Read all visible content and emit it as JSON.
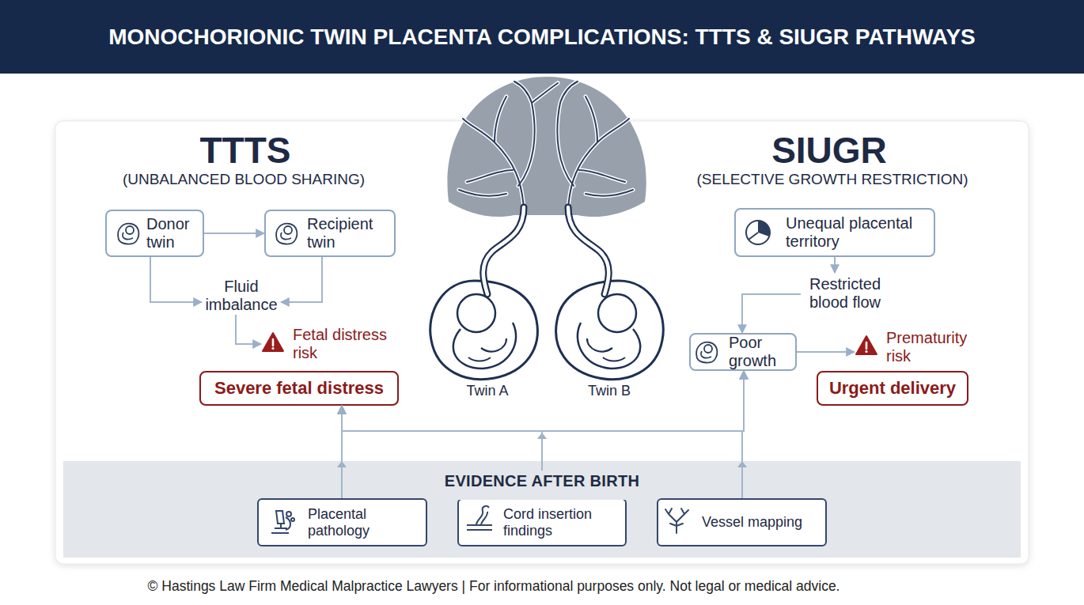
{
  "diagram": {
    "title": "MONOCHORIONIC TWIN PLACENTA COMPLICATIONS: TTTS & SIUGR PATHWAYS",
    "caption": "© Hastings Law Firm Medical Malpractice Lawyers | For informational purposes only. Not legal or medical advice.",
    "nodes": [
      {
        "text": [
          "Donor twin"
        ]
      },
      {
        "text": [
          "Recipient twin"
        ]
      },
      {
        "text": [
          "Fluid imbalance"
        ]
      },
      {
        "text": [
          "Fetal distress risk"
        ]
      },
      {
        "text": [
          "Severe fetal distress"
        ]
      },
      {
        "text": [
          "Unequal placental territory"
        ]
      },
      {
        "text": [
          "Restricted blood flow"
        ]
      },
      {
        "text": [
          "Poor growth"
        ]
      },
      {
        "text": [
          "Prematurity risk"
        ]
      },
      {
        "text": [
          "Urgent delivery"
        ]
      },
      {
        "text": [
          "EVIDENCE AFTER BIRTH"
        ]
      },
      {
        "text": [
          "Placental pathology"
        ],
        "in": 10
      },
      {
        "text": [
          "Cord insertion findings"
        ],
        "in": 10
      },
      {
        "text": [
          "Vessel mapping"
        ],
        "in": 10
      }
    ],
    "edges": [
      {
        "from": 0,
        "to": 1,
        "arrow": "to"
      },
      {
        "from": 0,
        "to": 2,
        "arrow": "to"
      },
      {
        "from": 1,
        "to": 2,
        "arrow": "to"
      },
      {
        "from": 2,
        "to": 3,
        "arrow": "to"
      },
      {
        "from": 5,
        "to": 6,
        "arrow": "to"
      },
      {
        "from": 6,
        "to": 7,
        "arrow": "to"
      },
      {
        "from": 7,
        "to": 8,
        "arrow": "to"
      },
      {
        "from": 11,
        "to": 4,
        "arrow": "to"
      },
      {
        "from": 11,
        "to": 7,
        "arrow": "to"
      },
      {
        "from": 12,
        "to": 4,
        "arrow": "to"
      },
      {
        "from": 12,
        "to": 7,
        "arrow": "to"
      },
      {
        "from": 13,
        "to": 4,
        "arrow": "to"
      },
      {
        "from": 13,
        "to": 7,
        "arrow": "to"
      }
    ],
    "labels": [
      "TTTS",
      "(UNBALANCED BLOOD SHARING)",
      "SIUGR",
      "(SELECTIVE GROWTH RESTRICTION)",
      "Twin A",
      "Twin B"
    ]
  }
}
